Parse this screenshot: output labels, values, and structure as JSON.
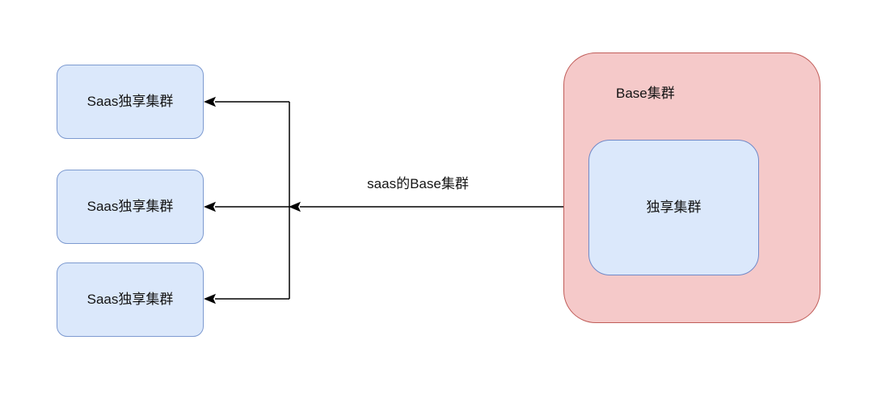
{
  "diagram": {
    "saas_clusters": [
      {
        "label": "Saas独享集群"
      },
      {
        "label": "Saas独享集群"
      },
      {
        "label": "Saas独享集群"
      }
    ],
    "base_cluster": {
      "label": "Base集群",
      "inner": {
        "label": "独享集群"
      }
    },
    "edge": {
      "label": "saas的Base集群"
    },
    "colors": {
      "background": "#ffffff",
      "blue_fill": "#dbe8fb",
      "blue_border": "#7d9ad0",
      "red_fill": "#f5c9c9",
      "red_border": "#c05c58",
      "arrow": "#000000",
      "text": "#141414"
    }
  }
}
